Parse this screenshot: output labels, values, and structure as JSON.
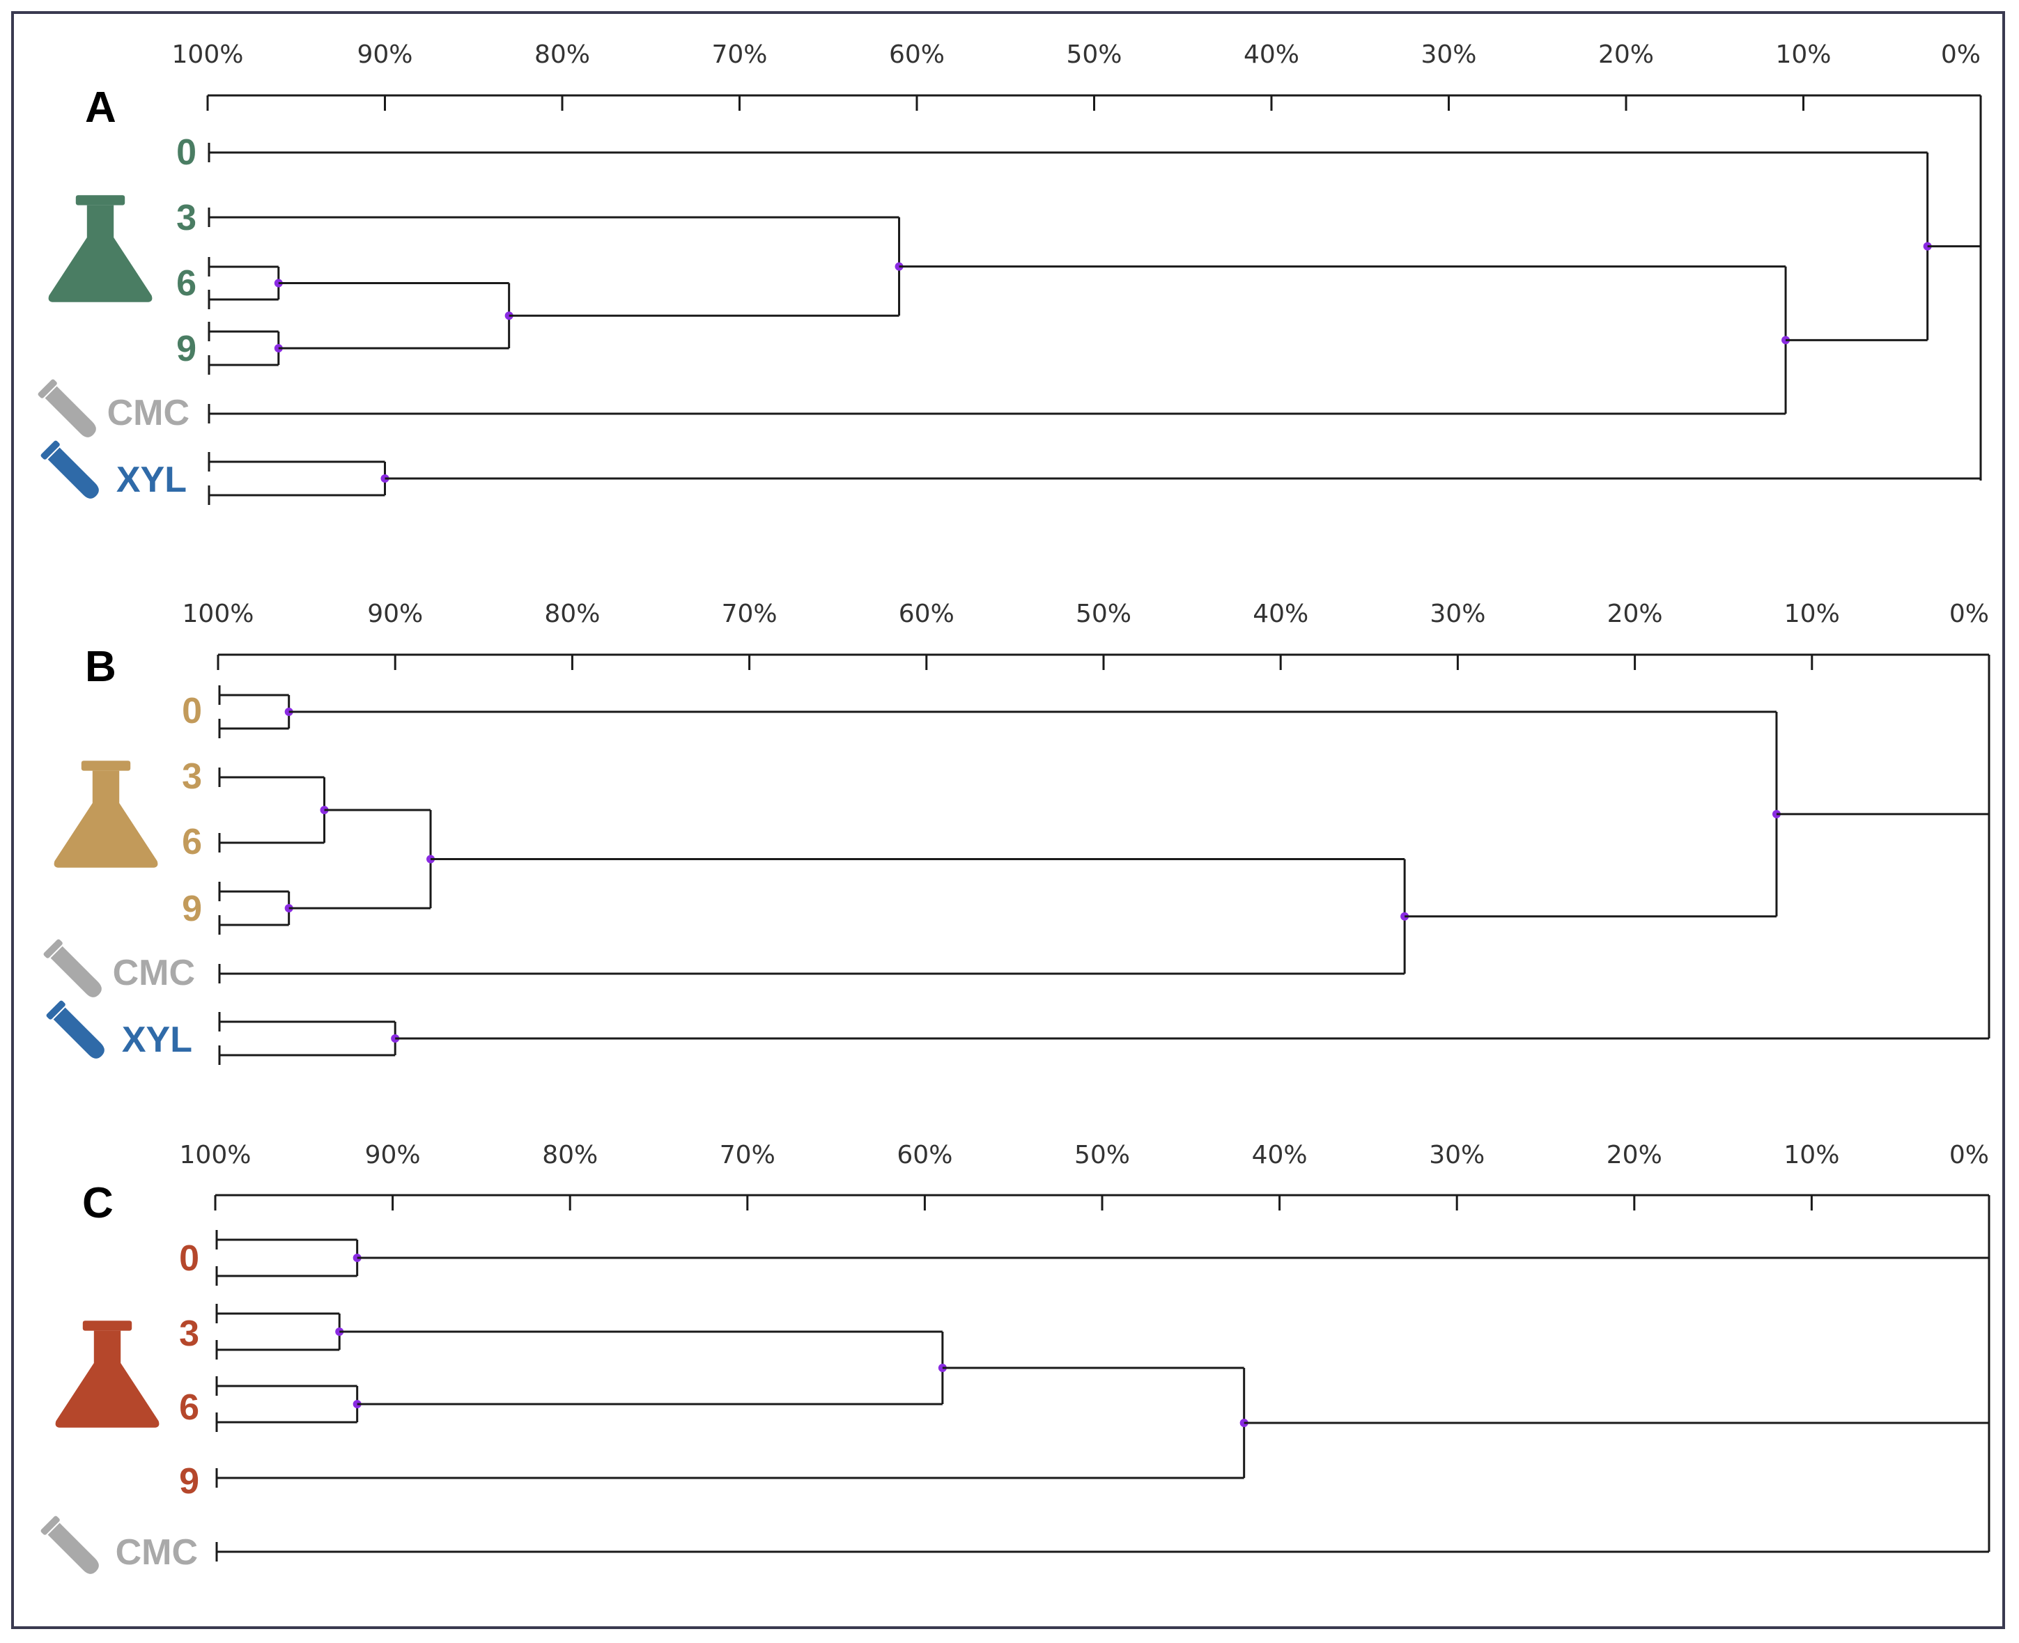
{
  "axis": {
    "tick_labels": [
      "100%",
      "90%",
      "80%",
      "70%",
      "60%",
      "50%",
      "40%",
      "30%",
      "20%",
      "10%",
      "0%"
    ],
    "tick_values": [
      100,
      90,
      80,
      70,
      60,
      50,
      40,
      30,
      20,
      10,
      0
    ]
  },
  "colors": {
    "line": "#1a1a1a",
    "node": "#8a2be2",
    "panel_A": "#4a7d63",
    "panel_B": "#c29a5a",
    "panel_C": "#b5472b",
    "cmc": "#a9a9a9",
    "xyl": "#2f6aa8"
  },
  "icons": {
    "flask": "erlenmeyer-flask-icon",
    "tube": "test-tube-icon"
  },
  "panels": [
    {
      "letter": "A",
      "leaves": [
        {
          "label": "0",
          "color_key": "panel_A"
        },
        {
          "label": "3",
          "color_key": "panel_A"
        },
        {
          "label": "6",
          "color_key": "panel_A"
        },
        {
          "label": "9",
          "color_key": "panel_A"
        },
        {
          "label": "CMC",
          "color_key": "cmc"
        },
        {
          "label": "XYL",
          "color_key": "xyl"
        }
      ]
    },
    {
      "letter": "B",
      "leaves": [
        {
          "label": "0",
          "color_key": "panel_B"
        },
        {
          "label": "3",
          "color_key": "panel_B"
        },
        {
          "label": "6",
          "color_key": "panel_B"
        },
        {
          "label": "9",
          "color_key": "panel_B"
        },
        {
          "label": "CMC",
          "color_key": "cmc"
        },
        {
          "label": "XYL",
          "color_key": "xyl"
        }
      ]
    },
    {
      "letter": "C",
      "leaves": [
        {
          "label": "0",
          "color_key": "panel_C"
        },
        {
          "label": "3",
          "color_key": "panel_C"
        },
        {
          "label": "6",
          "color_key": "panel_C"
        },
        {
          "label": "9",
          "color_key": "panel_C"
        },
        {
          "label": "CMC",
          "color_key": "cmc"
        }
      ]
    }
  ],
  "chart_data": [
    {
      "type": "dendrogram",
      "panel": "A",
      "scale": "similarity %",
      "xlim": [
        100,
        0
      ],
      "nodes": [
        {
          "id": "A6",
          "sim": 96,
          "children": [
            "a6_1",
            "a6_2"
          ]
        },
        {
          "id": "A9",
          "sim": 96,
          "children": [
            "a9_1",
            "a9_2"
          ]
        },
        {
          "id": "A69",
          "sim": 83,
          "children": [
            "A6",
            "A9"
          ]
        },
        {
          "id": "A369",
          "sim": 61,
          "children": [
            "a3",
            "A69"
          ]
        },
        {
          "id": "ACMC",
          "sim": 11,
          "children": [
            "A369",
            "aCMC"
          ]
        },
        {
          "id": "A0",
          "sim": 3,
          "children": [
            "a0",
            "ACMC"
          ]
        },
        {
          "id": "AXYL",
          "sim": 90,
          "children": [
            "ax_1",
            "ax_2"
          ]
        },
        {
          "id": "Aroot",
          "sim": 0,
          "children": [
            "A0",
            "AXYL"
          ]
        }
      ]
    },
    {
      "type": "dendrogram",
      "panel": "B",
      "scale": "similarity %",
      "xlim": [
        100,
        0
      ],
      "nodes": [
        {
          "id": "B0",
          "sim": 96,
          "children": [
            "b0_1",
            "b0_2"
          ]
        },
        {
          "id": "B36",
          "sim": 94,
          "children": [
            "b3",
            "b6"
          ]
        },
        {
          "id": "B9",
          "sim": 96,
          "children": [
            "b9_1",
            "b9_2"
          ]
        },
        {
          "id": "B369",
          "sim": 88,
          "children": [
            "B36",
            "B9"
          ]
        },
        {
          "id": "BCMC",
          "sim": 33,
          "children": [
            "B369",
            "bCMC"
          ]
        },
        {
          "id": "B0all",
          "sim": 12,
          "children": [
            "B0",
            "BCMC"
          ]
        },
        {
          "id": "BXYL",
          "sim": 90,
          "children": [
            "bx_1",
            "bx_2"
          ]
        },
        {
          "id": "Broot",
          "sim": 0,
          "children": [
            "B0all",
            "BXYL"
          ]
        }
      ]
    },
    {
      "type": "dendrogram",
      "panel": "C",
      "scale": "similarity %",
      "xlim": [
        100,
        0
      ],
      "nodes": [
        {
          "id": "C0",
          "sim": 92,
          "children": [
            "c0_1",
            "c0_2"
          ]
        },
        {
          "id": "C3",
          "sim": 93,
          "children": [
            "c3_1",
            "c3_2"
          ]
        },
        {
          "id": "C6",
          "sim": 92,
          "children": [
            "c6_1",
            "c6_2"
          ]
        },
        {
          "id": "C36",
          "sim": 59,
          "children": [
            "C3",
            "C6"
          ]
        },
        {
          "id": "C369",
          "sim": 42,
          "children": [
            "C36",
            "c9"
          ]
        },
        {
          "id": "C0369",
          "sim": 0,
          "children": [
            "C0",
            "C369"
          ]
        },
        {
          "id": "Croot",
          "sim": 0,
          "children": [
            "C0369",
            "cCMC"
          ]
        }
      ]
    }
  ]
}
